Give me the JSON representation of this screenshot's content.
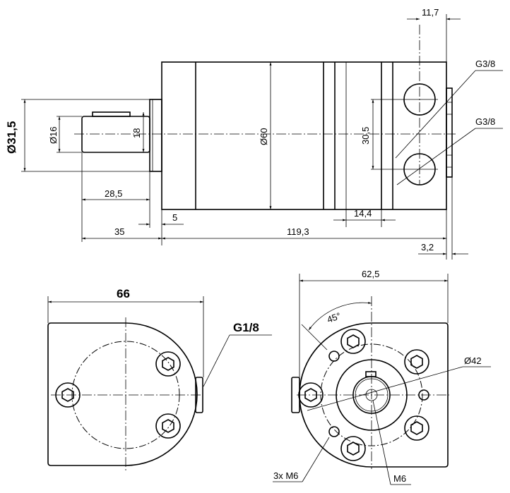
{
  "side_view": {
    "dims": {
      "port_offset": "11,7",
      "port_top": "G3/8",
      "port_bottom": "G3/8",
      "flange_dia": "Ø31,5",
      "shaft_dia": "Ø16",
      "key_height": "18",
      "body_dia": "Ø60",
      "port_spacing": "30,5",
      "shaft_len": "28,5",
      "flange_thk": "5",
      "shaft_total": "35",
      "body_len": "119,3",
      "groove": "14,4",
      "plate_thk": "3,2"
    }
  },
  "rear_view": {
    "width": "66",
    "port": "G1/8"
  },
  "front_view": {
    "width": "62,5",
    "angle": "45°",
    "pitch_dia": "Ø42",
    "holes": "3x M6",
    "center_thread": "M6"
  }
}
